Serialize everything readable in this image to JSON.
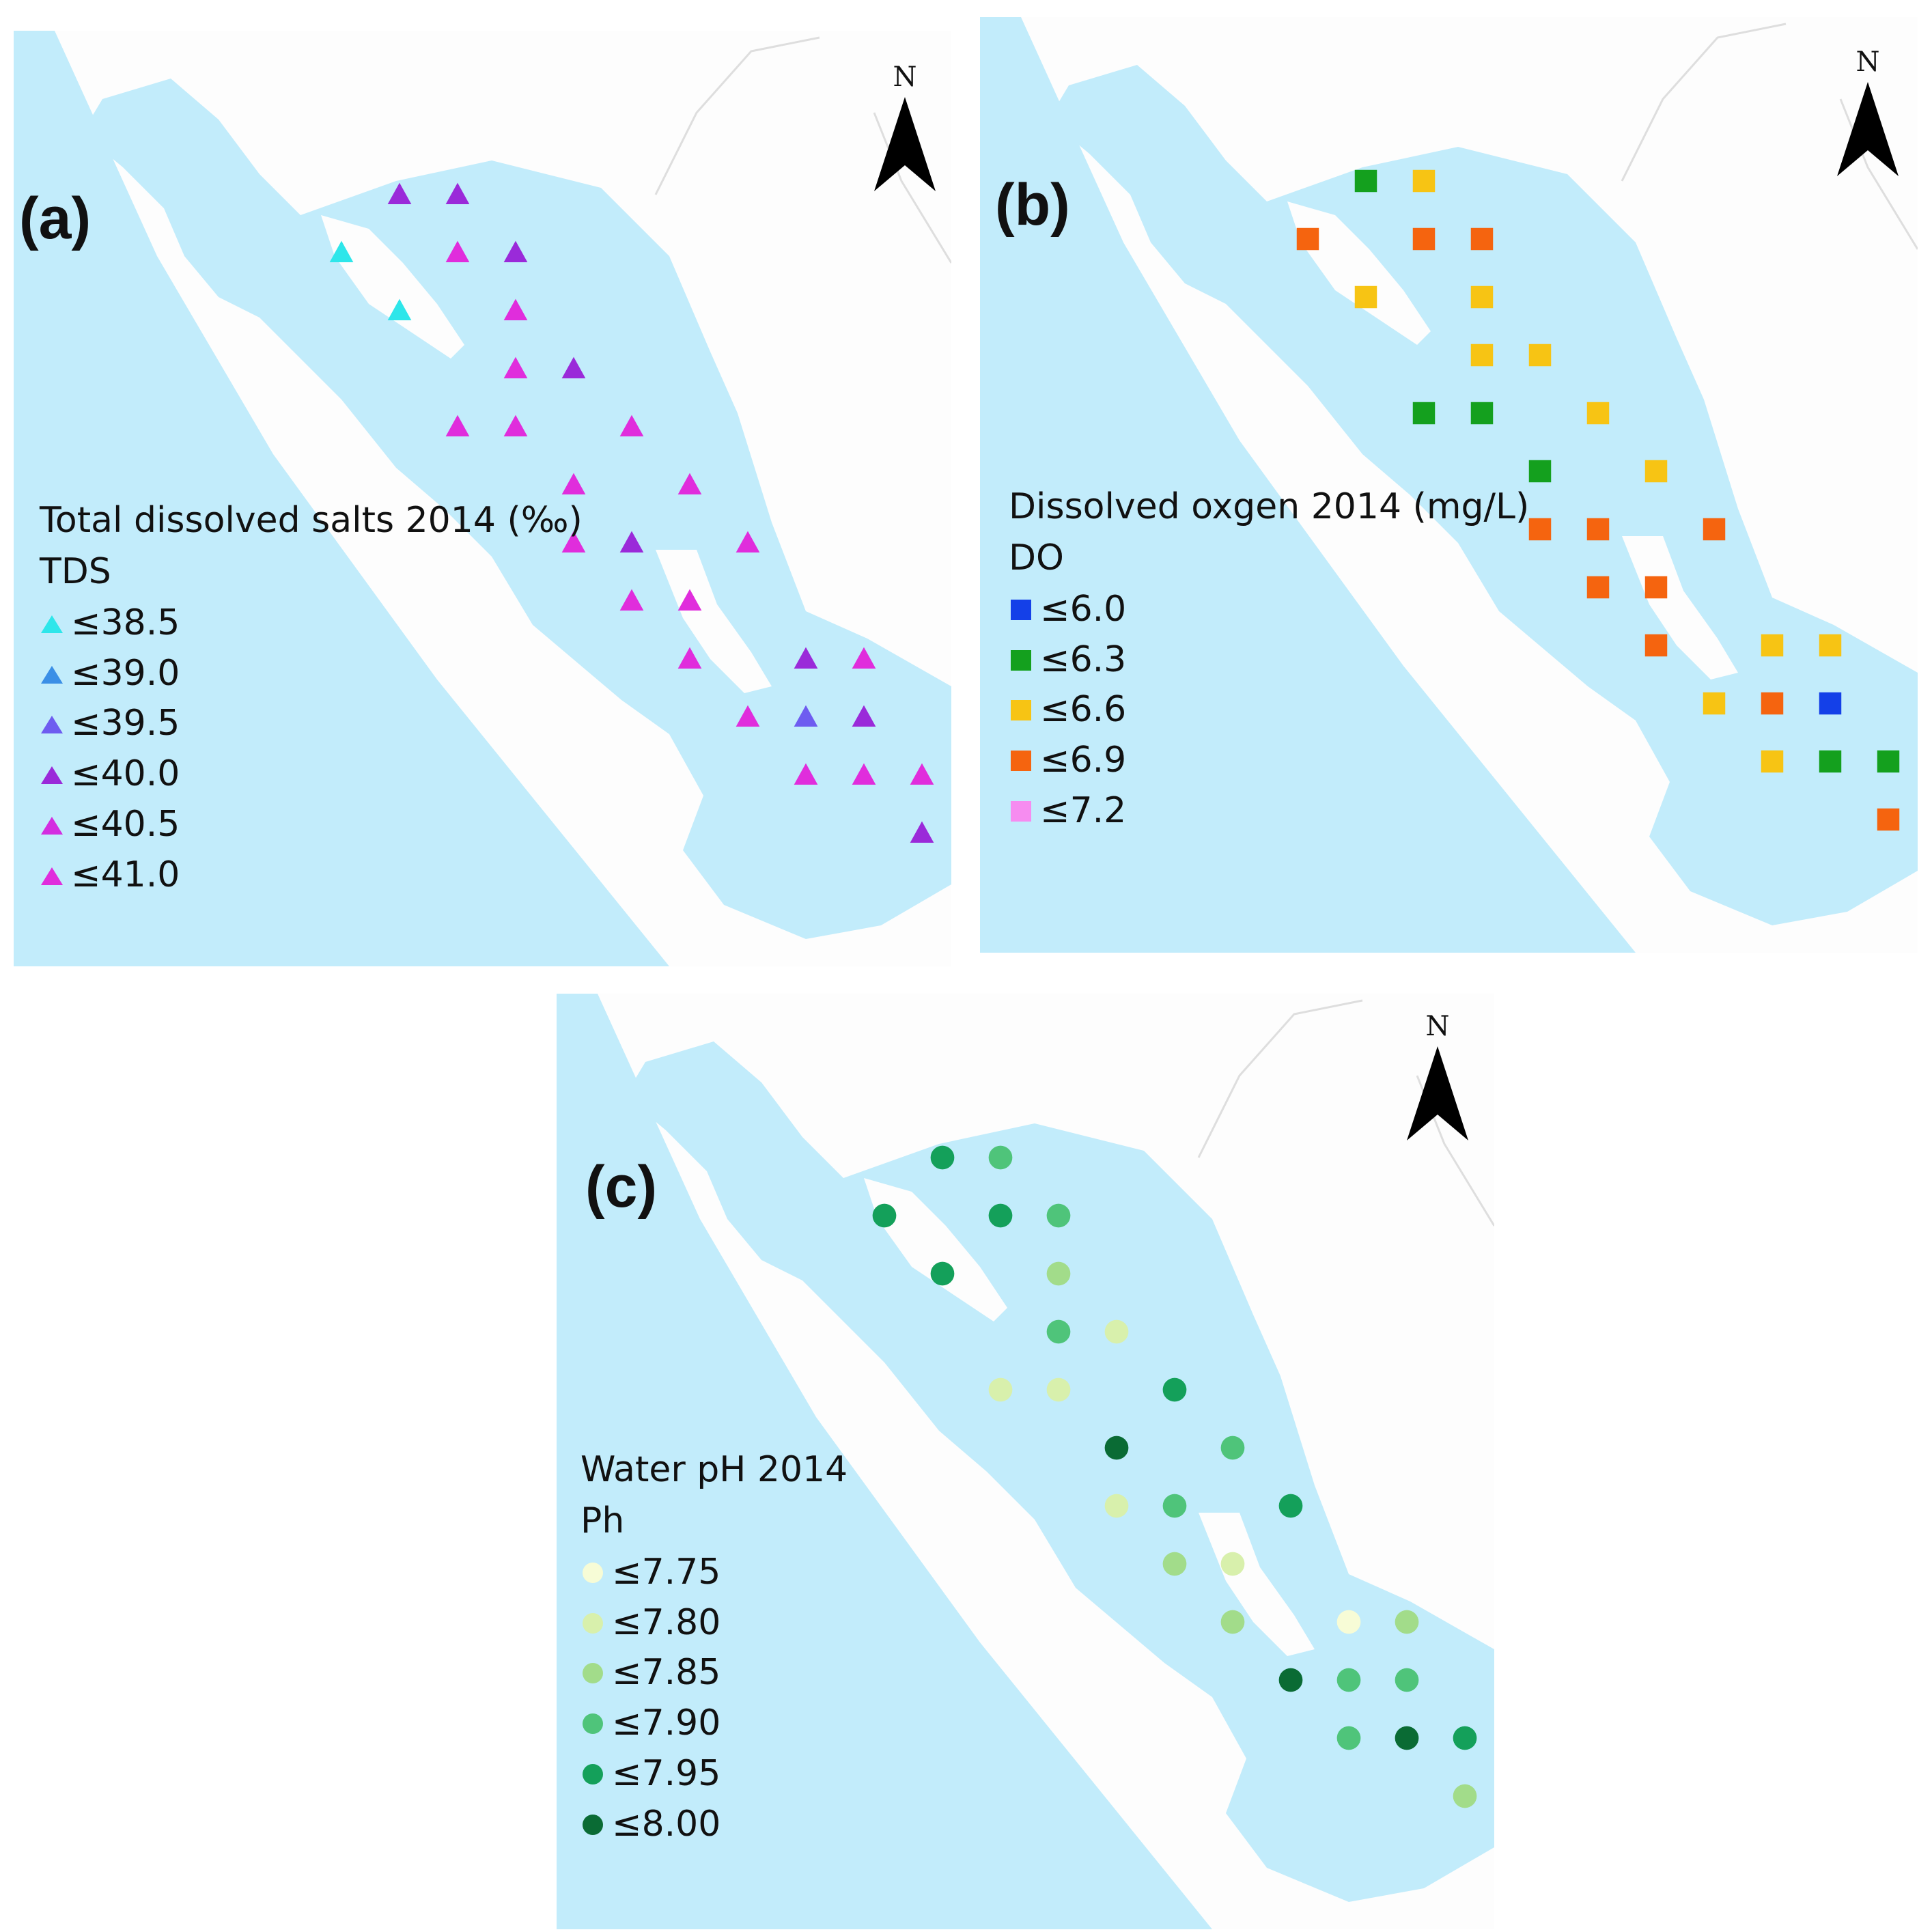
{
  "colors": {
    "water": "#c2ecfb",
    "land": "#fdfdfd",
    "road": "#dedede"
  },
  "panels": [
    {
      "id": "a",
      "label": "(a)",
      "legend_title": "Total dissolved salts 2014 (‰)",
      "legend_sub": "TDS",
      "marker": "triangle",
      "north": "N",
      "classes": [
        {
          "label": "≤38.5",
          "color": "#2ee6ea"
        },
        {
          "label": "≤39.0",
          "color": "#3b8fe6"
        },
        {
          "label": "≤39.5",
          "color": "#6e5cf0"
        },
        {
          "label": "≤40.0",
          "color": "#9a2ad9"
        },
        {
          "label": "≤40.5",
          "color": "#d32ee0"
        },
        {
          "label": "≤41.0",
          "color": "#e02ddc"
        }
      ],
      "sites": [
        {
          "row": 0,
          "col": 1,
          "cls": 3
        },
        {
          "row": 0,
          "col": 2,
          "cls": 3
        },
        {
          "row": 1,
          "col": 0,
          "cls": 0
        },
        {
          "row": 1,
          "col": 2,
          "cls": 5
        },
        {
          "row": 1,
          "col": 3,
          "cls": 3
        },
        {
          "row": 2,
          "col": 1,
          "cls": 0
        },
        {
          "row": 2,
          "col": 3,
          "cls": 5
        },
        {
          "row": 3,
          "col": 3,
          "cls": 5
        },
        {
          "row": 3,
          "col": 4,
          "cls": 3
        },
        {
          "row": 4,
          "col": 2,
          "cls": 5
        },
        {
          "row": 4,
          "col": 3,
          "cls": 5
        },
        {
          "row": 4,
          "col": 5,
          "cls": 5
        },
        {
          "row": 5,
          "col": 4,
          "cls": 5
        },
        {
          "row": 5,
          "col": 6,
          "cls": 5
        },
        {
          "row": 6,
          "col": 4,
          "cls": 5
        },
        {
          "row": 6,
          "col": 5,
          "cls": 3
        },
        {
          "row": 6,
          "col": 7,
          "cls": 5
        },
        {
          "row": 7,
          "col": 5,
          "cls": 5
        },
        {
          "row": 7,
          "col": 6,
          "cls": 5
        },
        {
          "row": 8,
          "col": 6,
          "cls": 5
        },
        {
          "row": 8,
          "col": 8,
          "cls": 3
        },
        {
          "row": 8,
          "col": 9,
          "cls": 5
        },
        {
          "row": 9,
          "col": 7,
          "cls": 5
        },
        {
          "row": 9,
          "col": 8,
          "cls": 2
        },
        {
          "row": 9,
          "col": 9,
          "cls": 3
        },
        {
          "row": 10,
          "col": 8,
          "cls": 5
        },
        {
          "row": 10,
          "col": 9,
          "cls": 5
        },
        {
          "row": 10,
          "col": 10,
          "cls": 5
        },
        {
          "row": 11,
          "col": 10,
          "cls": 3
        }
      ]
    },
    {
      "id": "b",
      "label": "(b)",
      "legend_title": "Dissolved oxgen 2014 (mg/L)",
      "legend_sub": "DO",
      "marker": "square",
      "north": "N",
      "classes": [
        {
          "label": "≤6.0",
          "color": "#1440e8"
        },
        {
          "label": "≤6.3",
          "color": "#14a01e"
        },
        {
          "label": "≤6.6",
          "color": "#f7c414"
        },
        {
          "label": "≤6.9",
          "color": "#f5640f"
        },
        {
          "label": "≤7.2",
          "color": "#f68cf0"
        }
      ],
      "sites": [
        {
          "row": 0,
          "col": 1,
          "cls": 1
        },
        {
          "row": 0,
          "col": 2,
          "cls": 2
        },
        {
          "row": 1,
          "col": 0,
          "cls": 3
        },
        {
          "row": 1,
          "col": 2,
          "cls": 3
        },
        {
          "row": 1,
          "col": 3,
          "cls": 3
        },
        {
          "row": 2,
          "col": 1,
          "cls": 2
        },
        {
          "row": 2,
          "col": 3,
          "cls": 2
        },
        {
          "row": 3,
          "col": 3,
          "cls": 2
        },
        {
          "row": 3,
          "col": 4,
          "cls": 2
        },
        {
          "row": 4,
          "col": 2,
          "cls": 1
        },
        {
          "row": 4,
          "col": 3,
          "cls": 1
        },
        {
          "row": 4,
          "col": 5,
          "cls": 2
        },
        {
          "row": 5,
          "col": 4,
          "cls": 1
        },
        {
          "row": 5,
          "col": 6,
          "cls": 2
        },
        {
          "row": 6,
          "col": 4,
          "cls": 3
        },
        {
          "row": 6,
          "col": 5,
          "cls": 3
        },
        {
          "row": 6,
          "col": 7,
          "cls": 3
        },
        {
          "row": 7,
          "col": 5,
          "cls": 3
        },
        {
          "row": 7,
          "col": 6,
          "cls": 3
        },
        {
          "row": 8,
          "col": 6,
          "cls": 3
        },
        {
          "row": 8,
          "col": 8,
          "cls": 2
        },
        {
          "row": 8,
          "col": 9,
          "cls": 2
        },
        {
          "row": 9,
          "col": 7,
          "cls": 2
        },
        {
          "row": 9,
          "col": 8,
          "cls": 3
        },
        {
          "row": 9,
          "col": 9,
          "cls": 0
        },
        {
          "row": 10,
          "col": 8,
          "cls": 2
        },
        {
          "row": 10,
          "col": 9,
          "cls": 1
        },
        {
          "row": 10,
          "col": 10,
          "cls": 1
        },
        {
          "row": 11,
          "col": 10,
          "cls": 3
        }
      ]
    },
    {
      "id": "c",
      "label": "(c)",
      "legend_title": "Water pH 2014",
      "legend_sub": "Ph",
      "marker": "circle",
      "north": "N",
      "classes": [
        {
          "label": "≤7.75",
          "color": "#f7fcd6"
        },
        {
          "label": "≤7.80",
          "color": "#d8f0ac"
        },
        {
          "label": "≤7.85",
          "color": "#a2dc8a"
        },
        {
          "label": "≤7.90",
          "color": "#4fc47a"
        },
        {
          "label": "≤7.95",
          "color": "#14a05a"
        },
        {
          "label": "≤8.00",
          "color": "#0a6b34"
        }
      ],
      "sites": [
        {
          "row": 0,
          "col": 1,
          "cls": 4
        },
        {
          "row": 0,
          "col": 2,
          "cls": 3
        },
        {
          "row": 1,
          "col": 0,
          "cls": 4
        },
        {
          "row": 1,
          "col": 2,
          "cls": 4
        },
        {
          "row": 1,
          "col": 3,
          "cls": 3
        },
        {
          "row": 2,
          "col": 1,
          "cls": 4
        },
        {
          "row": 2,
          "col": 3,
          "cls": 2
        },
        {
          "row": 3,
          "col": 3,
          "cls": 3
        },
        {
          "row": 3,
          "col": 4,
          "cls": 1
        },
        {
          "row": 4,
          "col": 2,
          "cls": 1
        },
        {
          "row": 4,
          "col": 3,
          "cls": 1
        },
        {
          "row": 4,
          "col": 5,
          "cls": 4
        },
        {
          "row": 5,
          "col": 4,
          "cls": 5
        },
        {
          "row": 5,
          "col": 6,
          "cls": 3
        },
        {
          "row": 6,
          "col": 4,
          "cls": 1
        },
        {
          "row": 6,
          "col": 5,
          "cls": 3
        },
        {
          "row": 6,
          "col": 7,
          "cls": 4
        },
        {
          "row": 7,
          "col": 5,
          "cls": 2
        },
        {
          "row": 7,
          "col": 6,
          "cls": 1
        },
        {
          "row": 8,
          "col": 6,
          "cls": 2
        },
        {
          "row": 8,
          "col": 8,
          "cls": 0
        },
        {
          "row": 8,
          "col": 9,
          "cls": 2
        },
        {
          "row": 9,
          "col": 7,
          "cls": 5
        },
        {
          "row": 9,
          "col": 8,
          "cls": 3
        },
        {
          "row": 9,
          "col": 9,
          "cls": 3
        },
        {
          "row": 10,
          "col": 8,
          "cls": 3
        },
        {
          "row": 10,
          "col": 9,
          "cls": 5
        },
        {
          "row": 10,
          "col": 10,
          "cls": 4
        },
        {
          "row": 11,
          "col": 10,
          "cls": 2
        }
      ]
    }
  ]
}
